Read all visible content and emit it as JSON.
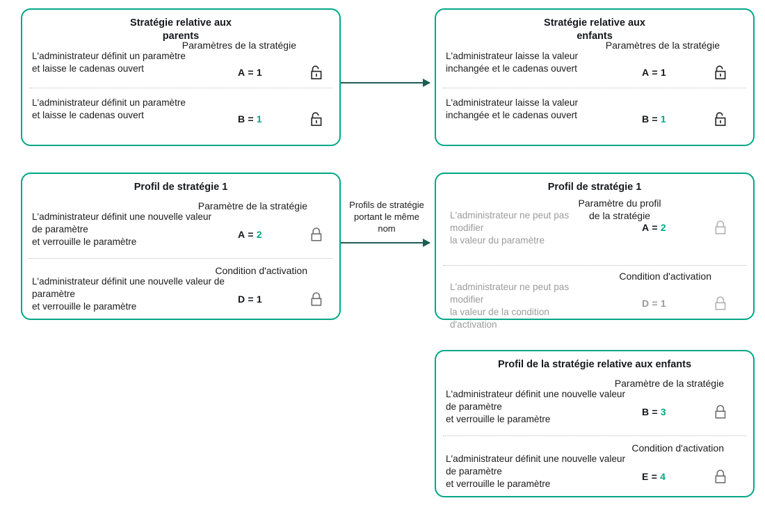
{
  "theme": {
    "border_color": "#00a887",
    "accent_color": "#00a887",
    "arrow_color": "#1d5c52",
    "text_color": "#1b1b1b",
    "muted_color": "#9b9b9b",
    "divider_color": "#b9bcc0"
  },
  "boxes": {
    "parent_policy": {
      "title": "Stratégie relative aux\nparents",
      "rows": [
        {
          "column_header": "Paramètres de la stratégie",
          "description": "L'administrateur définit un paramètre\net laisse le cadenas ouvert",
          "value_key": "A",
          "value_sep": "=",
          "value_num": "1",
          "value_num_accent": false,
          "lock": "unlock-icon",
          "muted": false
        },
        {
          "column_header": "",
          "description": "L'administrateur définit un paramètre\net laisse le cadenas ouvert",
          "value_key": "B",
          "value_sep": "=",
          "value_num": "1",
          "value_num_accent": true,
          "lock": "unlock-icon",
          "muted": false
        }
      ]
    },
    "child_policy": {
      "title": "Stratégie relative aux\nenfants",
      "rows": [
        {
          "column_header": "Paramètres de la stratégie",
          "description": "L'administrateur laisse la valeur\ninchangée et le cadenas ouvert",
          "value_key": "A",
          "value_sep": "=",
          "value_num": "1",
          "value_num_accent": false,
          "lock": "unlock-icon",
          "muted": false
        },
        {
          "column_header": "",
          "description": "L'administrateur laisse la valeur\ninchangée et le cadenas ouvert",
          "value_key": "B",
          "value_sep": "=",
          "value_num": "1",
          "value_num_accent": true,
          "lock": "unlock-icon",
          "muted": false
        }
      ]
    },
    "profile_left": {
      "title": "Profil de stratégie 1",
      "rows": [
        {
          "column_header": "Paramètre de la stratégie",
          "description": "L'administrateur définit une nouvelle valeur\nde paramètre\n et verrouille le paramètre",
          "value_key": "A",
          "value_sep": "=",
          "value_num": "2",
          "value_num_accent": true,
          "lock": "lock-icon",
          "muted": false
        },
        {
          "column_header": "Condition d'activation",
          "description": "L'administrateur définit une nouvelle valeur de\nparamètre\n et verrouille le paramètre",
          "value_key": "D",
          "value_sep": "=",
          "value_num": "1",
          "value_num_accent": false,
          "lock": "lock-icon",
          "muted": false
        }
      ]
    },
    "profile_right": {
      "title": "Profil de stratégie 1",
      "rows": [
        {
          "column_header": "Paramètre du profil\nde la stratégie",
          "description": "L'administrateur ne peut pas\nmodifier\n la valeur du paramètre",
          "value_key": "A",
          "value_sep": "=",
          "value_num": "2",
          "value_num_accent": true,
          "lock": "lock-icon",
          "muted": true
        },
        {
          "column_header": "Condition d'activation",
          "description": "L'administrateur ne peut pas\nmodifier\nla valeur de la condition\nd'activation",
          "value_key": "D",
          "value_sep": "=",
          "value_num": "1",
          "value_num_accent": false,
          "lock": "lock-icon",
          "muted": true
        }
      ]
    },
    "child_profile": {
      "title": "Profil de la stratégie relative aux enfants",
      "rows": [
        {
          "column_header": "Paramètre de la stratégie",
          "description": "L'administrateur définit une nouvelle valeur\nde paramètre\n et verrouille le paramètre",
          "value_key": "B",
          "value_sep": "=",
          "value_num": "3",
          "value_num_accent": true,
          "lock": "lock-icon",
          "muted": false
        },
        {
          "column_header": "Condition d'activation",
          "description": "L'administrateur définit une nouvelle valeur\nde paramètre\n et verrouille le paramètre",
          "value_key": "E",
          "value_sep": "=",
          "value_num": "4",
          "value_num_accent": true,
          "lock": "lock-icon",
          "muted": false
        }
      ]
    }
  },
  "connectors": {
    "top_arrow_label": "",
    "middle_arrow_label": "Profils de stratégie\nportant le même\nnom"
  }
}
